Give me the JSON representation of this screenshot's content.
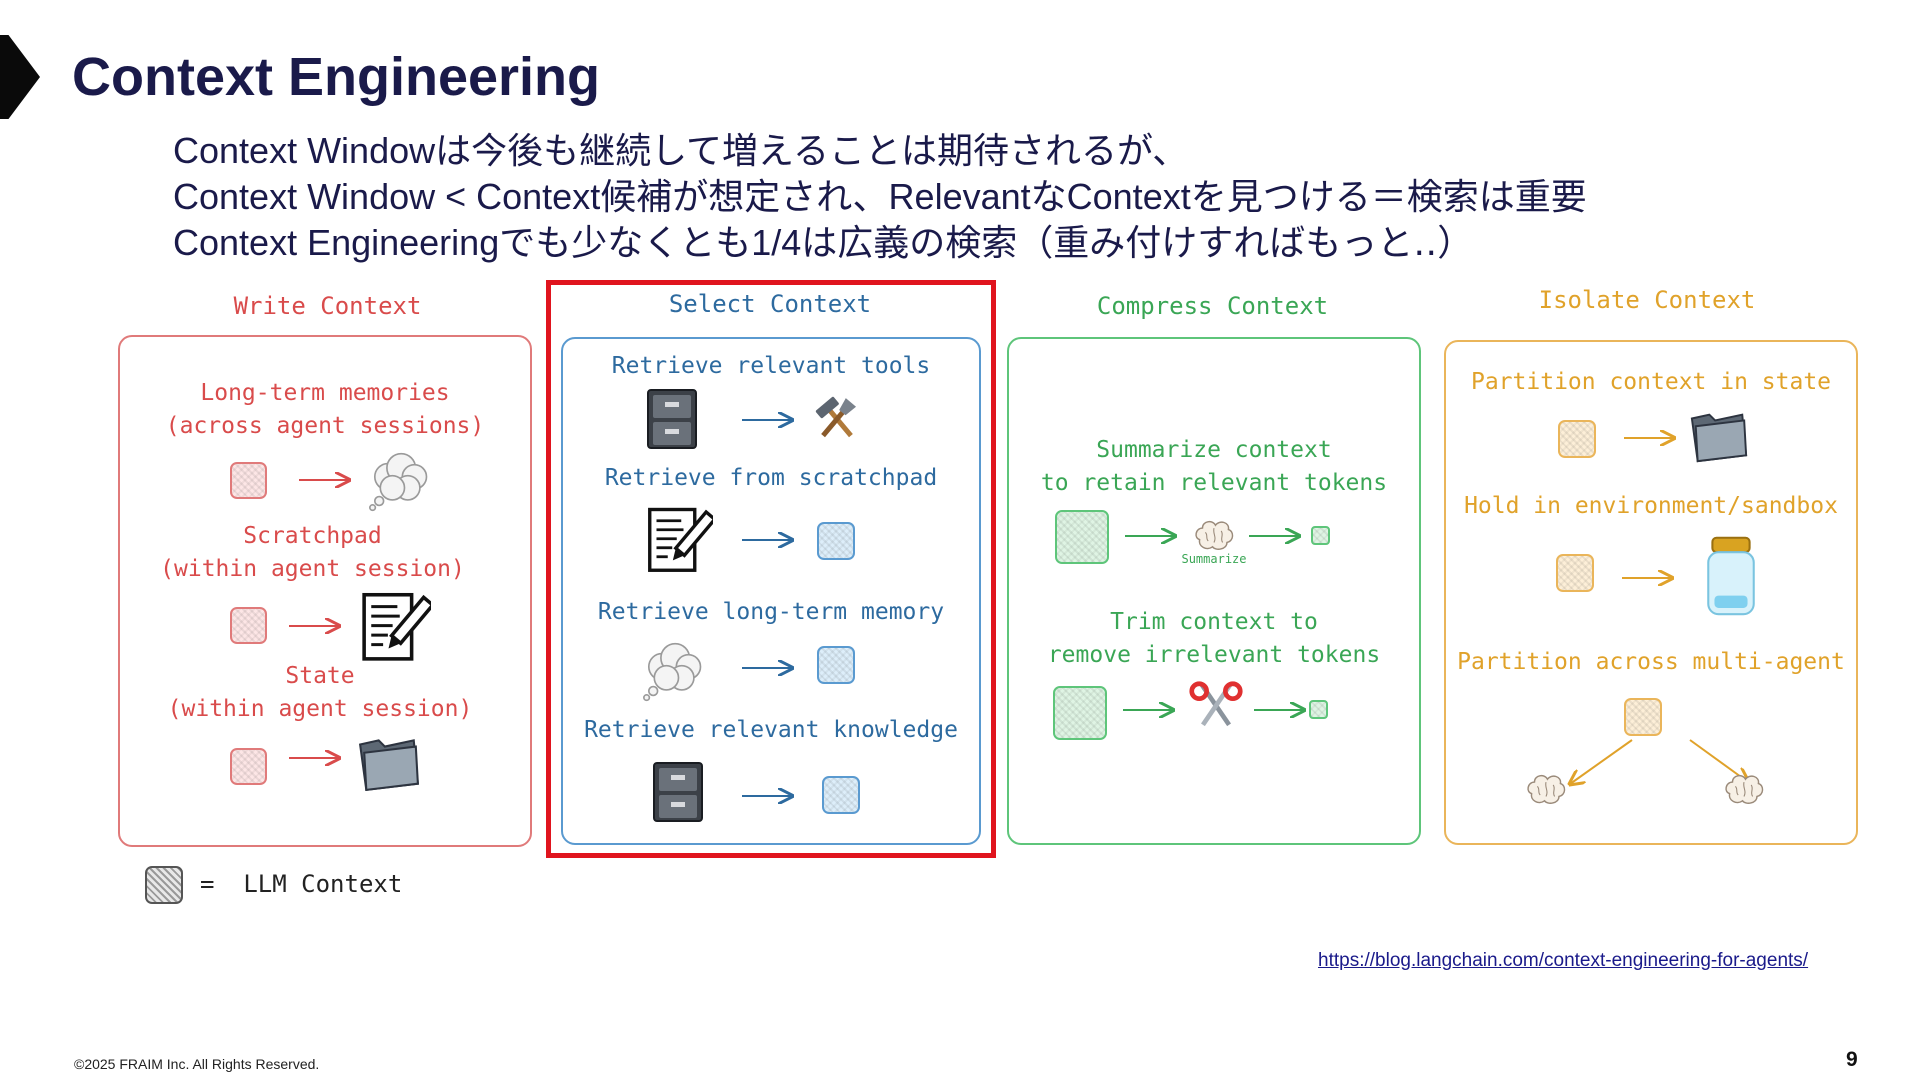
{
  "title": "Context Engineering",
  "subtitle_lines": [
    "Context Windowは今後も継続して増えることは期待されるが、",
    "Context Window < Context候補が想定され、RelevantなContextを見つける＝検索は重要",
    "Context Engineeringでも少なくとも1/4は広義の検索（重み付けすればもっと‥）"
  ],
  "panels": {
    "write": {
      "heading": "Write Context",
      "items": [
        {
          "line1": "Long-term memories",
          "line2": "(across agent sessions)",
          "icon": "thought-cloud-icon"
        },
        {
          "line1": "Scratchpad",
          "line2": "(within agent session)",
          "icon": "notepad-pencil-icon"
        },
        {
          "line1": "State",
          "line2": "(within agent session)",
          "icon": "folder-icon"
        }
      ],
      "color": "#d94b4b"
    },
    "select": {
      "heading": "Select Context",
      "items": [
        {
          "label": "Retrieve relevant tools",
          "icon": "file-cabinet-icon"
        },
        {
          "label": "Retrieve from scratchpad",
          "icon": "notepad-pencil-icon"
        },
        {
          "label": "Retrieve long-term memory",
          "icon": "thought-cloud-icon"
        },
        {
          "label": "Retrieve relevant knowledge",
          "icon": "file-cabinet-icon"
        }
      ],
      "color": "#2d6a9f",
      "highlight_color": "#e0141e"
    },
    "compress": {
      "heading": "Compress Context",
      "items": [
        {
          "line1": "Summarize context",
          "line2": "to retain relevant tokens",
          "icon": "brain-icon",
          "icon_label": "Summarize"
        },
        {
          "line1": "Trim context to",
          "line2": "remove irrelevant tokens",
          "icon": "scissors-icon"
        }
      ],
      "color": "#3aa655"
    },
    "isolate": {
      "heading": "Isolate Context",
      "items": [
        {
          "label": "Partition context in state",
          "icon": "folder-icon"
        },
        {
          "label": "Hold in environment/sandbox",
          "icon": "jar-icon"
        },
        {
          "label": "Partition across multi-agent",
          "icon": "brain-icon"
        }
      ],
      "color": "#e0a22a"
    }
  },
  "legend": {
    "symbol": "=",
    "label": "LLM Context"
  },
  "source_link": "https://blog.langchain.com/context-engineering-for-agents/",
  "copyright": "©2025 FRAIM Inc. All Rights Reserved.",
  "page_number": "9"
}
